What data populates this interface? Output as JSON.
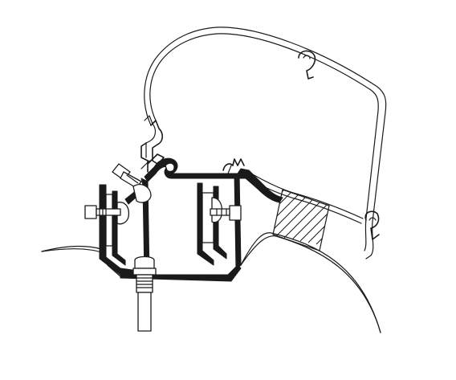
{
  "diagram": {
    "subject": "",
    "colors": {
      "line": "#1a1a1a",
      "background": "#ffffff",
      "fill": "#1a1a1a"
    },
    "parts": [
      {
        "id": "awning-case",
        "icon": "awning-profile"
      },
      {
        "id": "adapter-bracket",
        "icon": "bracket-profile"
      },
      {
        "id": "roof-rail",
        "icon": "rail-profile"
      },
      {
        "id": "vehicle-roof",
        "icon": "roof-contour"
      },
      {
        "id": "seal-block",
        "icon": "hatched-block"
      },
      {
        "id": "mount-bolt-vertical",
        "icon": "bolt"
      },
      {
        "id": "mount-bolt-left",
        "icon": "bolt"
      },
      {
        "id": "mount-bolt-right",
        "icon": "bolt"
      },
      {
        "id": "mount-bolt-angled",
        "icon": "bolt"
      }
    ]
  }
}
